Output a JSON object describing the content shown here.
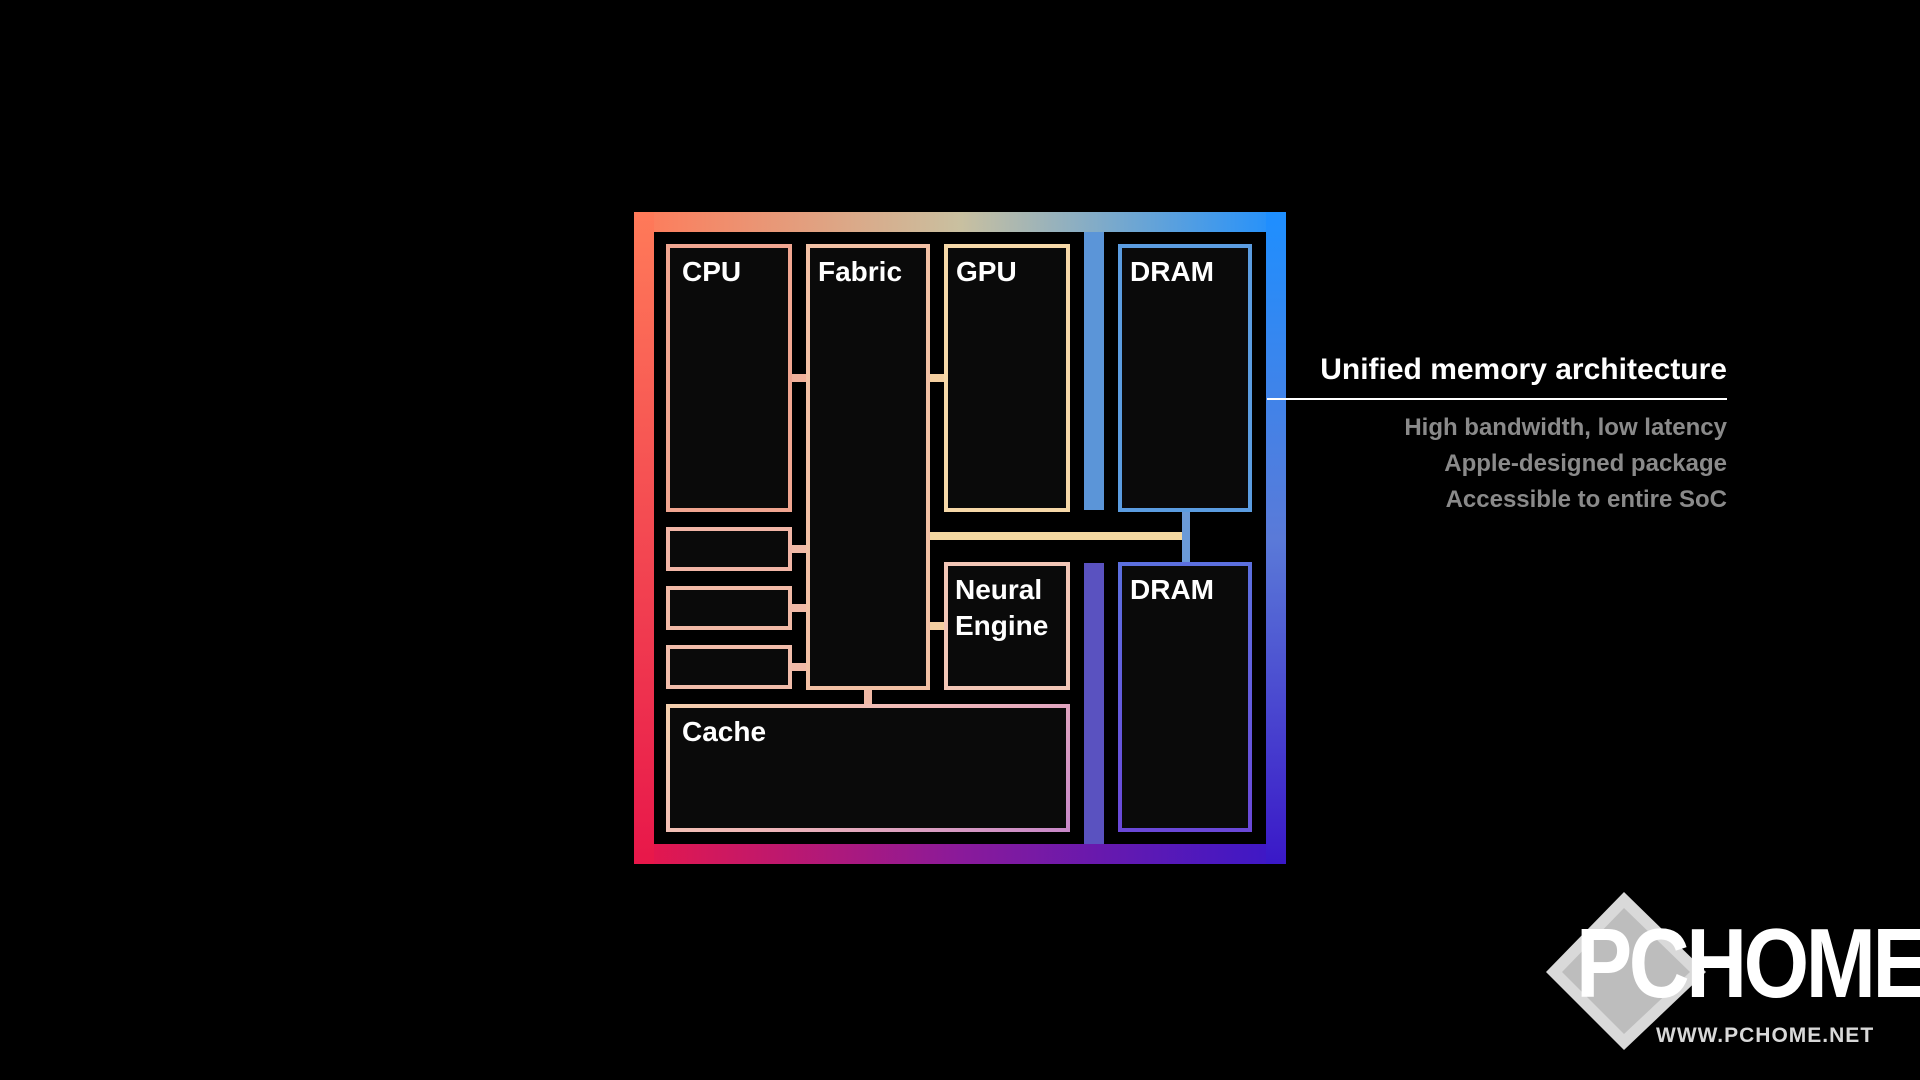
{
  "diagram": {
    "blocks": {
      "cpu": "CPU",
      "fabric": "Fabric",
      "gpu": "GPU",
      "dram_top": "DRAM",
      "neural_engine": "Neural\nEngine",
      "dram_bottom": "DRAM",
      "cache": "Cache"
    }
  },
  "caption": {
    "title": "Unified memory architecture",
    "lines": [
      "High bandwidth, low latency",
      "Apple-designed package",
      "Accessible to entire SoC"
    ]
  },
  "watermark": {
    "logo_text": "PCHOME",
    "url": "WWW.PCHOME.NET"
  },
  "colors": {
    "background": "#000000",
    "gradient_top_left": "#ff7a59",
    "gradient_top_mid": "#c9c0a0",
    "gradient_top_right": "#1e8fff",
    "gradient_bottom_left": "#e8174a",
    "gradient_bottom_mid": "#8a1a9a",
    "gradient_bottom_right": "#3a18c8",
    "block_fill": "#0a0a0a",
    "caption_title": "#ffffff",
    "caption_text": "#8a8a8a"
  }
}
